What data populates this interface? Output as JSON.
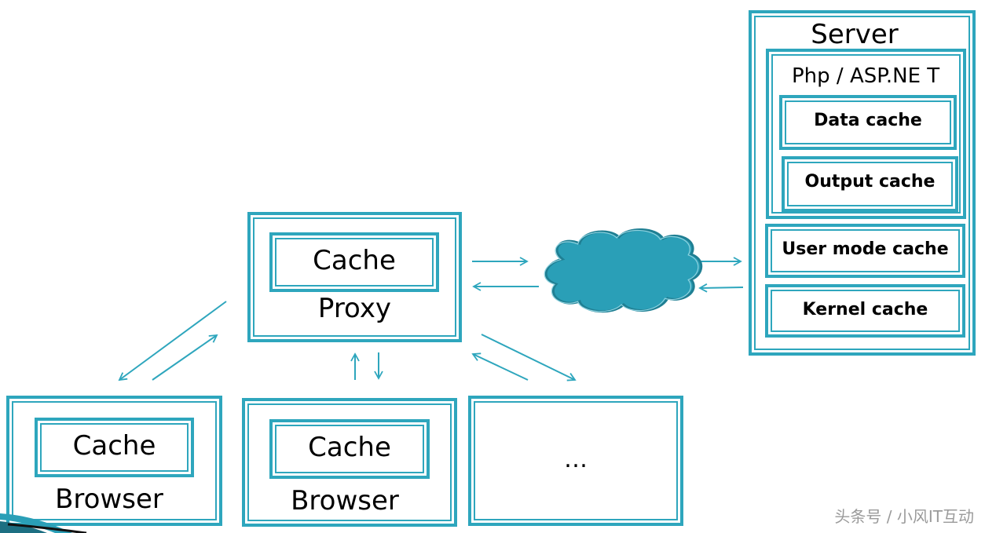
{
  "colors": {
    "accent": "#2ea6bd",
    "cloud": "#2a9fb7"
  },
  "server": {
    "title": "Server",
    "app": "Php / ASP.NE T",
    "data_cache": "Data cache",
    "output_cache": "Output cache",
    "user_mode_cache": "User mode cache",
    "kernel_cache": "Kernel cache"
  },
  "proxy": {
    "cache": "Cache",
    "label": "Proxy"
  },
  "browser1": {
    "cache": "Cache",
    "label": "Browser"
  },
  "browser2": {
    "cache": "Cache",
    "label": "Browser"
  },
  "more": {
    "label": "…"
  },
  "watermark": "头条号 / 小风IT互动"
}
